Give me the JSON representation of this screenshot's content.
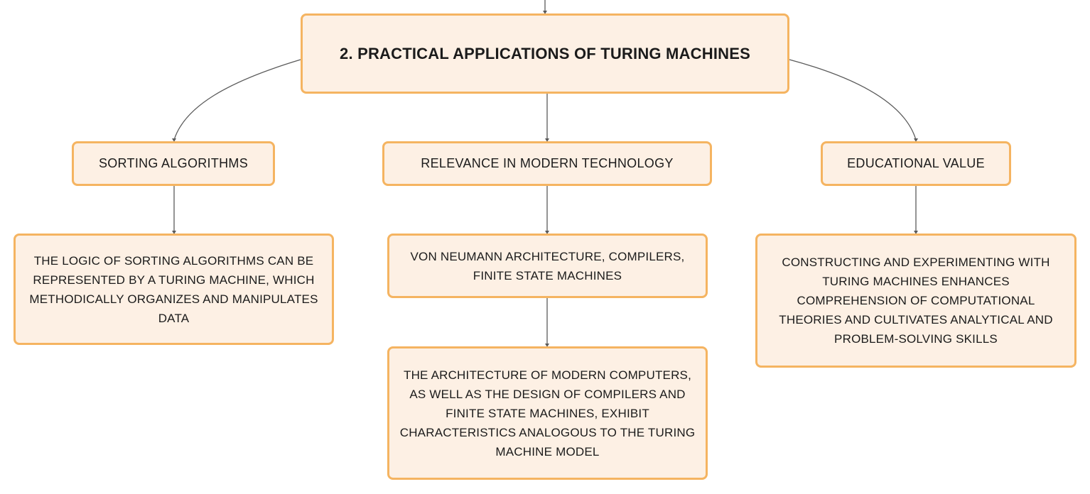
{
  "colors": {
    "node_fill": "#fdf0e4",
    "node_border": "#f5b461",
    "connector": "#5a5a5a",
    "text": "#1b1b1b"
  },
  "root": {
    "label": "2. PRACTICAL APPLICATIONS OF TURING MACHINES"
  },
  "branches": [
    {
      "label": "SORTING ALGORITHMS",
      "children": [
        {
          "label": "THE LOGIC OF SORTING ALGORITHMS CAN BE REPRESENTED BY A TURING MACHINE, WHICH METHODICALLY ORGANIZES AND MANIPULATES DATA"
        }
      ]
    },
    {
      "label": "RELEVANCE IN MODERN TECHNOLOGY",
      "children": [
        {
          "label": "VON NEUMANN ARCHITECTURE, COMPILERS, FINITE STATE MACHINES",
          "children": [
            {
              "label": "THE ARCHITECTURE OF MODERN COMPUTERS, AS WELL AS THE DESIGN OF COMPILERS AND FINITE STATE MACHINES, EXHIBIT CHARACTERISTICS ANALOGOUS TO THE TURING MACHINE MODEL"
            }
          ]
        }
      ]
    },
    {
      "label": "EDUCATIONAL VALUE",
      "children": [
        {
          "label": "CONSTRUCTING AND EXPERIMENTING WITH TURING MACHINES ENHANCES COMPREHENSION OF COMPUTATIONAL THEORIES AND CULTIVATES ANALYTICAL AND PROBLEM-SOLVING SKILLS"
        }
      ]
    }
  ]
}
